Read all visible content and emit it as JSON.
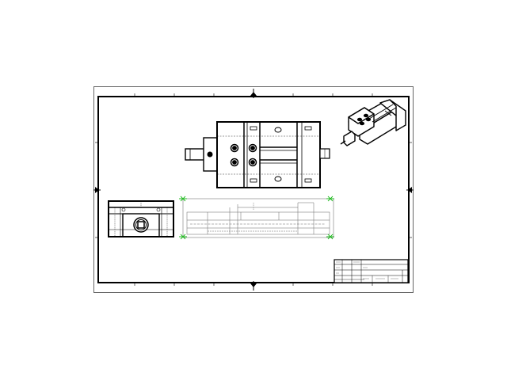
{
  "sheet": {
    "background": "#ffffff",
    "line_color": "#000000",
    "selection_color": "#22bb22"
  },
  "views": [
    {
      "id": "top-view",
      "icon": "vise-top-view"
    },
    {
      "id": "front-section-view",
      "icon": "vise-front-view"
    },
    {
      "id": "side-view",
      "icon": "vise-side-view"
    },
    {
      "id": "isometric-view",
      "icon": "vise-isometric-view"
    }
  ],
  "title_block": {
    "text": ""
  }
}
